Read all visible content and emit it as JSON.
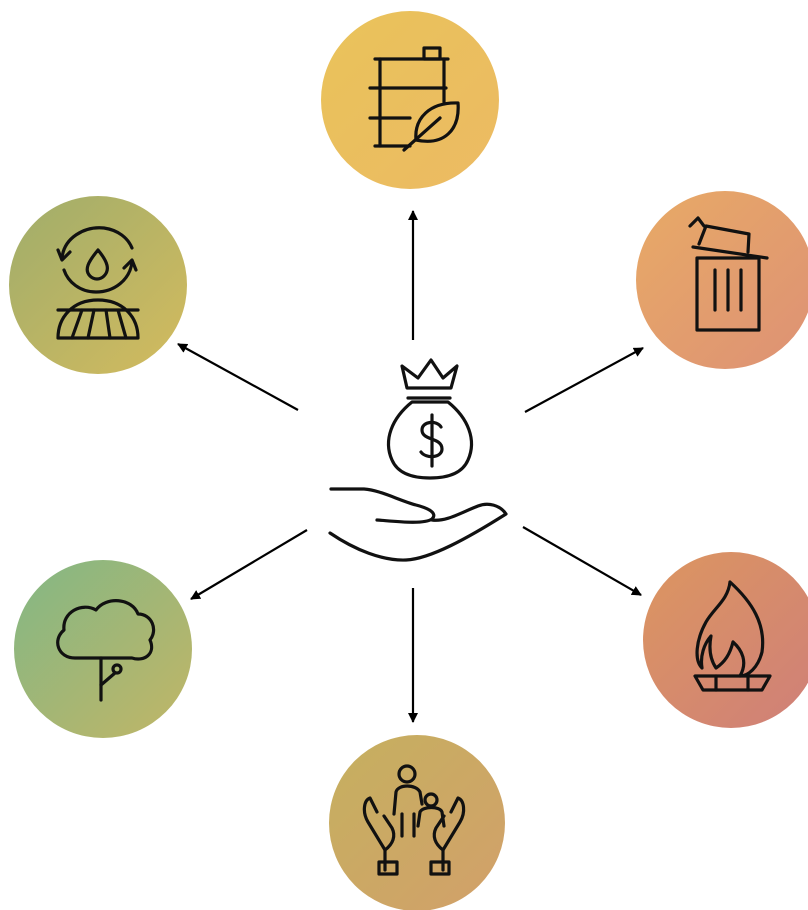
{
  "diagram": {
    "center": {
      "icon": "hand-holding-money-bag-icon"
    },
    "nodes": [
      {
        "id": "biofuel",
        "icon": "biofuel-barrel-leaf-icon",
        "gradient": [
          "#e9c35a",
          "#ecba63"
        ]
      },
      {
        "id": "waste",
        "icon": "trash-bin-icon",
        "gradient": [
          "#e8aa66",
          "#dd9175"
        ]
      },
      {
        "id": "fire",
        "icon": "flame-burner-icon",
        "gradient": [
          "#dc9660",
          "#cf7f79"
        ]
      },
      {
        "id": "family-care",
        "icon": "hands-protecting-family-icon",
        "gradient": [
          "#c5b05f",
          "#d2a06a"
        ]
      },
      {
        "id": "forest",
        "icon": "tree-icon",
        "gradient": [
          "#82b785",
          "#c2b666"
        ]
      },
      {
        "id": "water-agriculture",
        "icon": "water-cycle-field-icon",
        "gradient": [
          "#9fad6b",
          "#d4bb5e"
        ]
      }
    ],
    "arrow_color": "#000000"
  }
}
